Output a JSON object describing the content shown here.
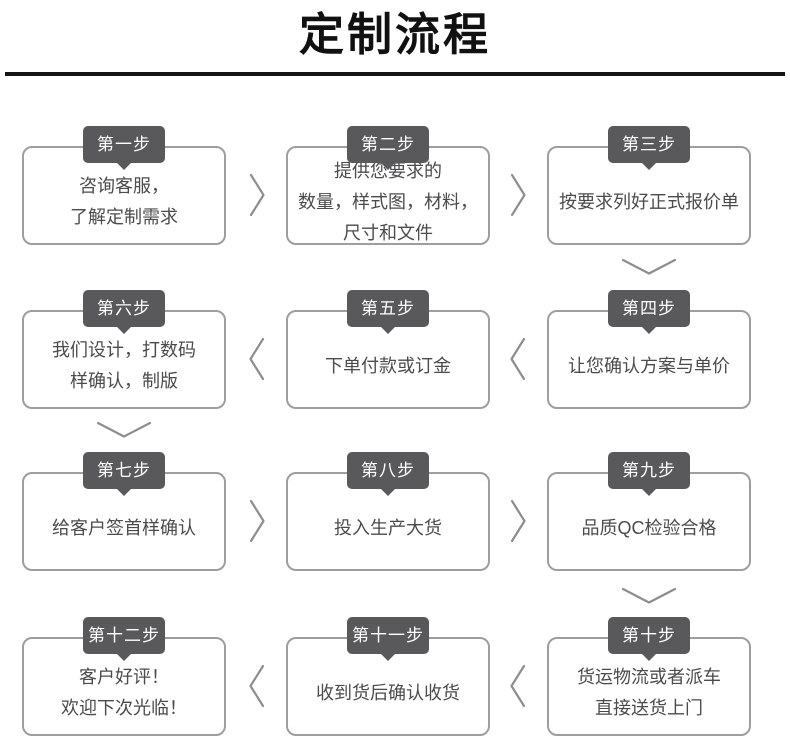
{
  "title": "定制流程",
  "colors": {
    "title_color": "#111111",
    "rule_color": "#151515",
    "tab_bg": "#59595b",
    "tab_text": "#ffffff",
    "box_border": "#9e9e9e",
    "body_text": "#4b4b4b",
    "arrow": "#8d8d8d"
  },
  "steps": [
    {
      "label": "第一步",
      "lines": [
        "咨询客服，",
        "了解定制需求"
      ],
      "row": 0,
      "col": 0
    },
    {
      "label": "第二步",
      "lines": [
        "提供您要求的",
        "数量，样式图，材料，",
        "尺寸和文件"
      ],
      "row": 0,
      "col": 1
    },
    {
      "label": "第三步",
      "lines": [
        "按要求列好正式报价单"
      ],
      "row": 0,
      "col": 2
    },
    {
      "label": "第四步",
      "lines": [
        "让您确认方案与单价"
      ],
      "row": 1,
      "col": 2
    },
    {
      "label": "第五步",
      "lines": [
        "下单付款或订金"
      ],
      "row": 1,
      "col": 1
    },
    {
      "label": "第六步",
      "lines": [
        "我们设计，打数码",
        "样确认，制版"
      ],
      "row": 1,
      "col": 0
    },
    {
      "label": "第七步",
      "lines": [
        "给客户签首样确认"
      ],
      "row": 2,
      "col": 0
    },
    {
      "label": "第八步",
      "lines": [
        "投入生产大货"
      ],
      "row": 2,
      "col": 1
    },
    {
      "label": "第九步",
      "lines": [
        "品质QC检验合格"
      ],
      "row": 2,
      "col": 2
    },
    {
      "label": "第十步",
      "lines": [
        "货运物流或者派车",
        "直接送货上门"
      ],
      "row": 3,
      "col": 2
    },
    {
      "label": "第十一步",
      "lines": [
        "收到货后确认收货"
      ],
      "row": 3,
      "col": 1
    },
    {
      "label": "第十二步",
      "lines": [
        "客户好评！",
        "欢迎下次光临！"
      ],
      "row": 3,
      "col": 0
    }
  ],
  "arrows": [
    {
      "dir": "right",
      "row": 0,
      "gap": 0
    },
    {
      "dir": "right",
      "row": 0,
      "gap": 1
    },
    {
      "dir": "down",
      "rowgap": 0,
      "col": 2
    },
    {
      "dir": "left",
      "row": 1,
      "gap": 1
    },
    {
      "dir": "left",
      "row": 1,
      "gap": 0
    },
    {
      "dir": "down",
      "rowgap": 1,
      "col": 0
    },
    {
      "dir": "right",
      "row": 2,
      "gap": 0
    },
    {
      "dir": "right",
      "row": 2,
      "gap": 1
    },
    {
      "dir": "down",
      "rowgap": 2,
      "col": 2
    },
    {
      "dir": "left",
      "row": 3,
      "gap": 1
    },
    {
      "dir": "left",
      "row": 3,
      "gap": 0
    }
  ]
}
